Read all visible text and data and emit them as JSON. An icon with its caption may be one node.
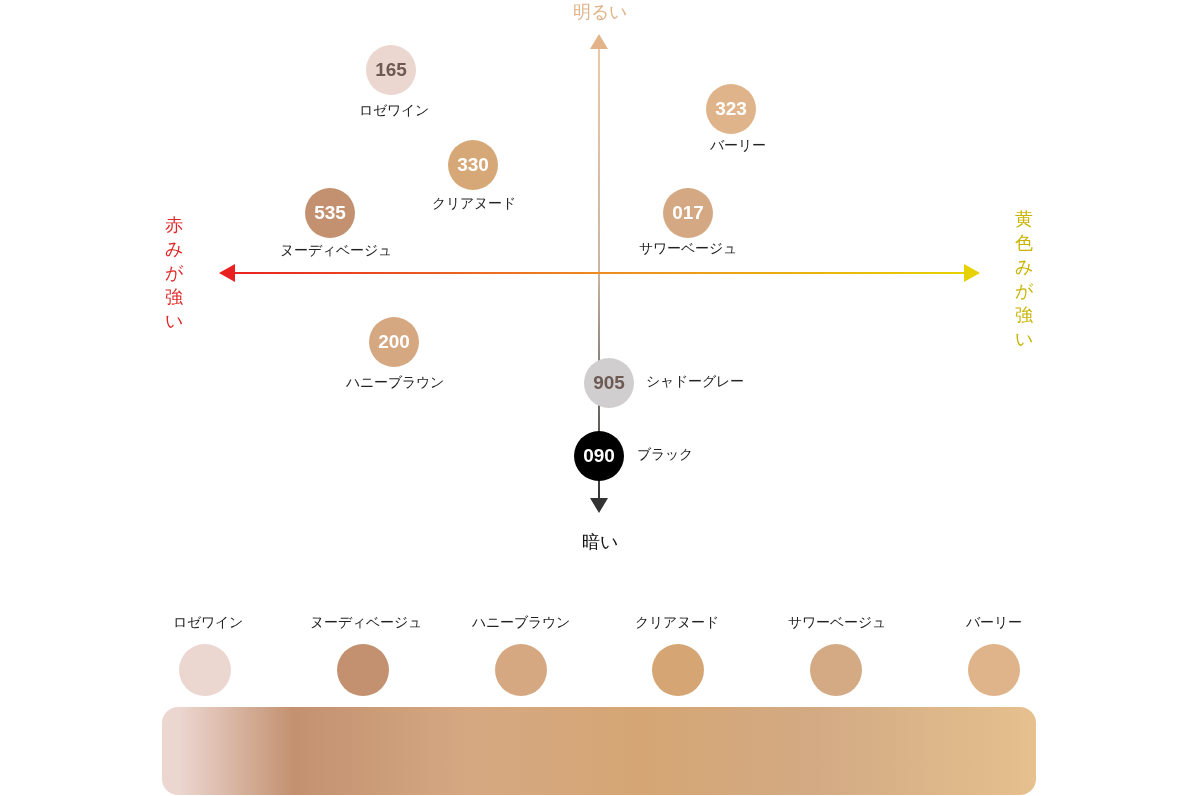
{
  "diagram": {
    "nodes": [
      {
        "text": [
          "165"
        ],
        "beside": [
          "ロゼワイン"
        ]
      },
      {
        "text": [
          "323"
        ],
        "beside": [
          "バーリー"
        ]
      },
      {
        "text": [
          "330"
        ],
        "beside": [
          "クリアヌード"
        ]
      },
      {
        "text": [
          "535"
        ],
        "beside": [
          "ヌーディベージュ"
        ]
      },
      {
        "text": [
          "017"
        ],
        "beside": [
          "サワーベージュ"
        ]
      },
      {
        "text": [
          "200"
        ],
        "beside": [
          "ハニーブラウン"
        ]
      },
      {
        "text": [
          "905"
        ],
        "beside": [
          "シャドーグレー"
        ]
      },
      {
        "text": [
          "090"
        ],
        "beside": [
          "ブラック"
        ]
      },
      {
        "text": [],
        "shape": "circle",
        "beside": [
          "ロゼワイン"
        ]
      },
      {
        "text": [],
        "shape": "circle",
        "beside": [
          "ヌーディベージュ"
        ]
      },
      {
        "text": [],
        "shape": "circle",
        "beside": [
          "ハニーブラウン"
        ]
      },
      {
        "text": [],
        "shape": "circle",
        "beside": [
          "クリアヌード"
        ]
      },
      {
        "text": [],
        "shape": "circle",
        "beside": [
          "サワーベージュ"
        ]
      },
      {
        "text": [],
        "shape": "circle",
        "beside": [
          "バーリー"
        ]
      },
      {
        "text": [],
        "shape": "bar"
      }
    ],
    "edges": [],
    "labels": [
      "明るい",
      "赤みが強い",
      "黄色みが強い",
      "暗い"
    ]
  }
}
